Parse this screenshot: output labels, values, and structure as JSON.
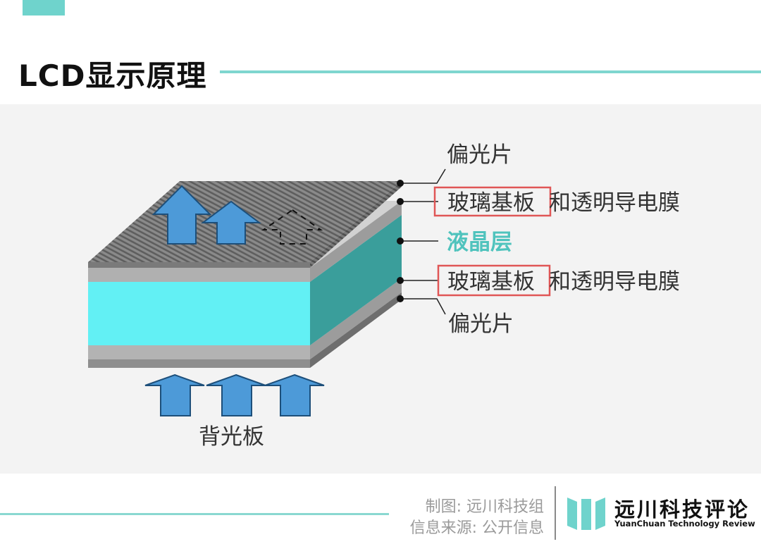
{
  "header": {
    "title": "LCD显示原理"
  },
  "diagram": {
    "labels": {
      "polarizer_top": "偏光片",
      "glass_top_boxed": "玻璃基板",
      "glass_top_suffix": "和透明导电膜",
      "liquid_crystal": "液晶层",
      "glass_bottom_boxed": "玻璃基板",
      "glass_bottom_suffix": "和透明导电膜",
      "polarizer_bottom": "偏光片",
      "backlight": "背光板"
    },
    "colors": {
      "panel_background": "#f3f3f3",
      "liquid_crystal_front": "#62f0f4",
      "liquid_crystal_side": "#3a9e9b",
      "liquid_crystal_text": "#4fc3bd",
      "arrow_fill": "#4d9ad8",
      "highlight_box": "#e05656",
      "accent": "#6fd3cc"
    },
    "icons": [
      "light-up-arrow-icon",
      "blocked-light-arrow-icon",
      "backlight-arrow-icon"
    ]
  },
  "footer": {
    "credit_drawing": "制图: 远川科技组",
    "credit_source": "信息来源: 公开信息",
    "brand_cn": "远川科技评论",
    "brand_en": "YuanChuan Technology Review"
  }
}
